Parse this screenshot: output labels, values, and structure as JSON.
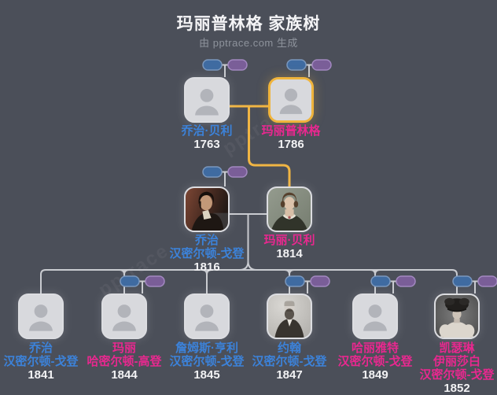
{
  "header": {
    "title": "玛丽普林格 家族树",
    "subtitle": "由 pptrace.com 生成"
  },
  "watermark": "pptrace",
  "colors": {
    "background": "#4b4f59",
    "male_name": "#3c82d9",
    "female_name": "#e8288f",
    "year_text": "#f2f2f4",
    "connector": "#c9cbd0",
    "lineage_connector": "#f0b544",
    "highlight_border": "#f0b43c",
    "card_background": "#d8d9dd",
    "male_chip": "#3f6ba1",
    "female_chip": "#7a5e98"
  },
  "icons": {
    "male_chip": "blue rounded pill (collapsed male relative)",
    "female_chip": "purple rounded pill (collapsed female relative)",
    "avatar_placeholder": "gray person silhouette"
  },
  "people": {
    "p1": {
      "lines": [
        "乔治·贝利"
      ],
      "year": "1763",
      "gender": "male",
      "portrait": "placeholder"
    },
    "p2": {
      "lines": [
        "玛丽普林格"
      ],
      "year": "1786",
      "gender": "female",
      "portrait": "placeholder",
      "highlighted": true
    },
    "m1": {
      "lines": [
        "乔治",
        "汉密尔顿-戈登"
      ],
      "year": "1816",
      "gender": "male",
      "portrait": "painted-portrait"
    },
    "m2": {
      "lines": [
        "玛丽·贝利"
      ],
      "year": "1814",
      "gender": "female",
      "portrait": "painted-portrait"
    },
    "c1": {
      "lines": [
        "乔治",
        "汉密尔顿-戈登"
      ],
      "year": "1841",
      "gender": "male",
      "portrait": "placeholder"
    },
    "c2": {
      "lines": [
        "玛丽",
        "哈密尔顿-高登"
      ],
      "year": "1844",
      "gender": "female",
      "portrait": "placeholder"
    },
    "c3": {
      "lines": [
        "詹姆斯·亨利",
        "汉密尔顿-戈登"
      ],
      "year": "1845",
      "gender": "male",
      "portrait": "placeholder"
    },
    "c4": {
      "lines": [
        "约翰",
        "汉密尔顿-戈登"
      ],
      "year": "1847",
      "gender": "male",
      "portrait": "photo"
    },
    "c5": {
      "lines": [
        "哈丽雅特",
        "汉密尔顿-戈登"
      ],
      "year": "1849",
      "gender": "female",
      "portrait": "placeholder"
    },
    "c6": {
      "lines": [
        "凯瑟琳",
        "伊丽莎白",
        "汉密尔顿-戈登"
      ],
      "year": "1852",
      "gender": "female",
      "portrait": "photo"
    }
  }
}
